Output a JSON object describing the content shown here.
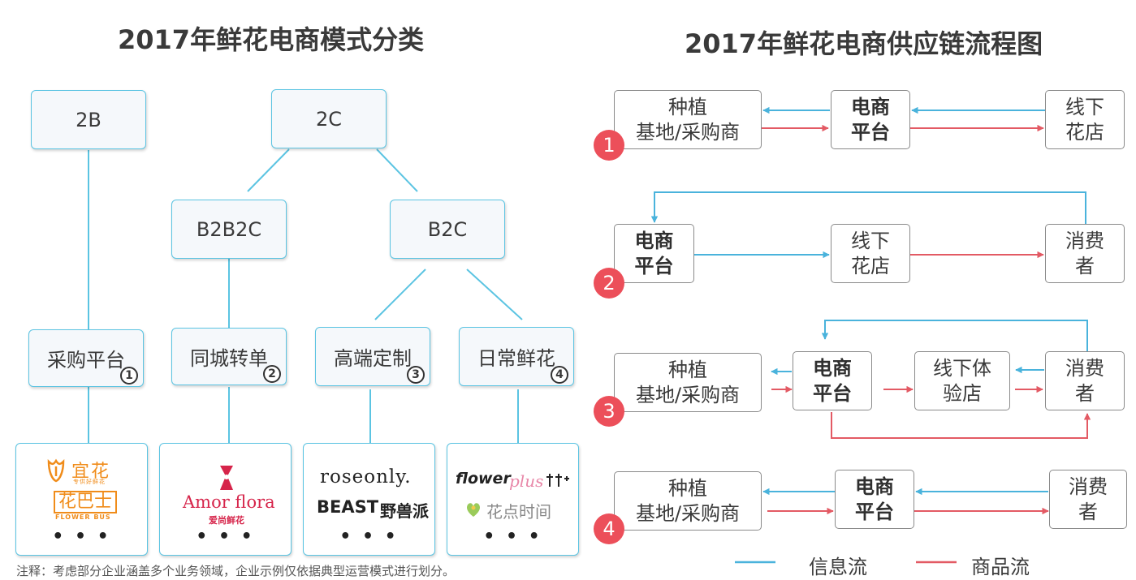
{
  "left": {
    "title": "2017年鲜花电商模式分类",
    "nodes": {
      "b2b": "2B",
      "c2c": "2C",
      "b2b2c": "B2B2C",
      "b2c": "B2C",
      "cat1": "采购平台",
      "cat2": "同城转单",
      "cat3": "高端定制",
      "cat4": "日常鲜花"
    },
    "markers": [
      "1",
      "2",
      "3",
      "4"
    ],
    "ellipsis": "• • •",
    "logos": {
      "yihua": "宜花",
      "yihua_sub": "专供好鲜花",
      "huabashi": "花巴士",
      "huabashi_sub": "FLOWER BUS",
      "amorflora": "Amor flora",
      "amorflora_sub": "爱尚鲜花",
      "roseonly": "roseonly.",
      "beast": "BEAST",
      "beast_cn": "野兽派",
      "flowerplus_a": "flower",
      "flowerplus_b": "plus",
      "huadian": "花点时间"
    },
    "note": "注释：考虑部分企业涵盖多个业务领域，企业示例仅依据典型运营模式进行划分。"
  },
  "right": {
    "title": "2017年鲜花电商供应链流程图",
    "badges": [
      "1",
      "2",
      "3",
      "4"
    ],
    "row1": {
      "supplier": "种植\n基地/采购商",
      "platform": "电商\n平台",
      "shop": "线下\n花店"
    },
    "row2": {
      "platform": "电商\n平台",
      "shop": "线下\n花店",
      "consumer": "消费\n者"
    },
    "row3": {
      "supplier": "种植\n基地/采购商",
      "platform": "电商\n平台",
      "shop": "线下体\n验店",
      "consumer": "消费\n者"
    },
    "row4": {
      "supplier": "种植\n基地/采购商",
      "platform": "电商\n平台",
      "consumer": "消费\n者"
    },
    "legend": {
      "info": "信息流",
      "goods": "商品流"
    },
    "colors": {
      "info": "#4ab3dc",
      "goods": "#e35a64"
    }
  }
}
